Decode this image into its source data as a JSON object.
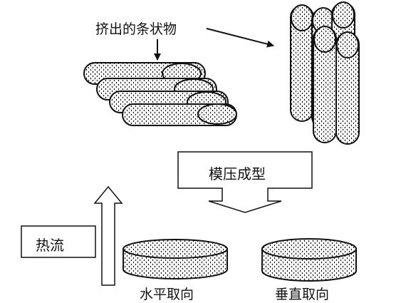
{
  "labels": {
    "extruded_strips": "挤出的条状物",
    "compression_molding": "模压成型",
    "heat_flow": "热流",
    "horizontal_orientation": "水平取向",
    "vertical_orientation": "垂直取向"
  },
  "colors": {
    "stroke": "#111111",
    "fill": "#ffffff",
    "speckle": "#1a1a1a"
  }
}
